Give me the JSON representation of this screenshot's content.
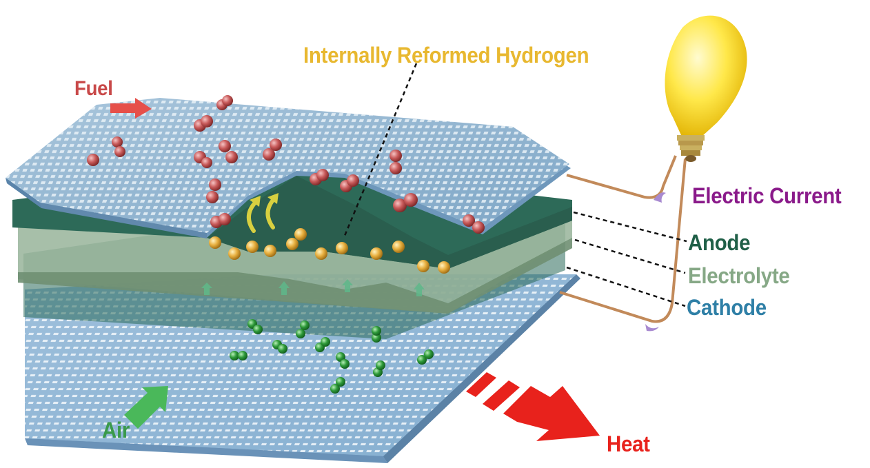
{
  "labels": {
    "fuel": "Fuel",
    "hydrogen": "Internally Reformed Hydrogen",
    "current": "Electric Current",
    "anode": "Anode",
    "electrolyte": "Electrolyte",
    "cathode": "Cathode",
    "air": "Air",
    "heat": "Heat"
  },
  "colors": {
    "fuel": "#c84848",
    "hydrogen": "#e8b830",
    "current": "#8a1a8a",
    "anode": "#1f5f47",
    "electrolyte": "#86a886",
    "cathode": "#2e7fa6",
    "air": "#3a9a4a",
    "heat": "#e8221c"
  },
  "icons": [
    "fuel-arrow-icon",
    "air-arrow-icon",
    "heat-arrow-icon",
    "light-bulb-icon"
  ]
}
